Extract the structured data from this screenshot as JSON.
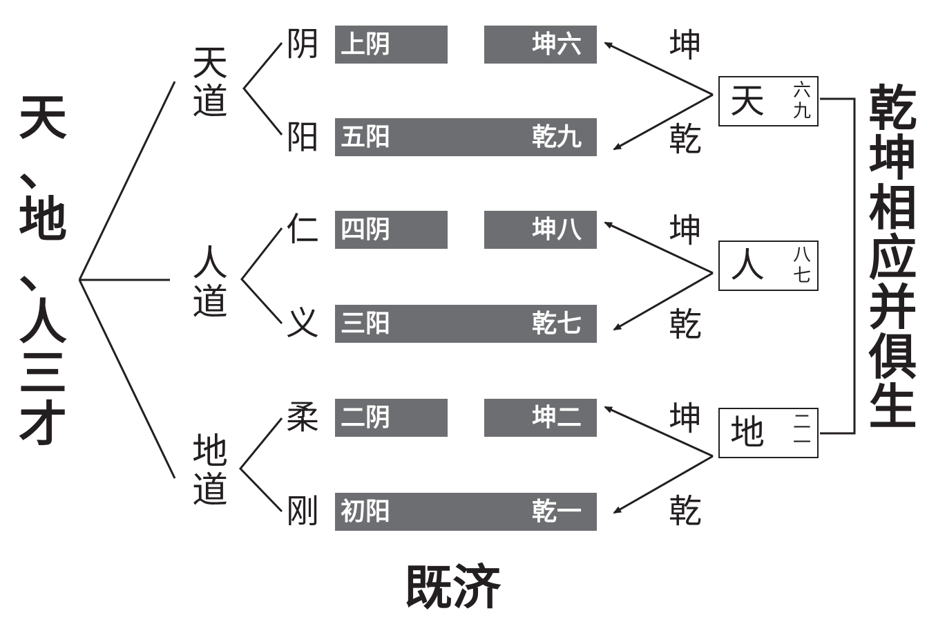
{
  "title_left": [
    "天",
    "、",
    "地",
    "、",
    "人",
    "三",
    "才"
  ],
  "title_right": [
    "乾",
    "坤",
    "相",
    "应",
    "并",
    "俱",
    "生"
  ],
  "bottom_title": "既济",
  "colors": {
    "bar": "#6d6e71",
    "ink": "#231f20"
  },
  "dao": [
    {
      "chars": [
        "天",
        "道"
      ],
      "branch_upper": "阴",
      "branch_lower": "阳"
    },
    {
      "chars": [
        "人",
        "道"
      ],
      "branch_upper": "仁",
      "branch_lower": "义"
    },
    {
      "chars": [
        "地",
        "道"
      ],
      "branch_upper": "柔",
      "branch_lower": "刚"
    }
  ],
  "bars": [
    {
      "left": "上阴",
      "right": "坤六"
    },
    {
      "left": "五阳",
      "right": "乾九"
    },
    {
      "left": "四阴",
      "right": "坤八"
    },
    {
      "left": "三阳",
      "right": "乾七"
    },
    {
      "left": "二阴",
      "right": "坤二"
    },
    {
      "left": "初阳",
      "right": "乾一"
    }
  ],
  "arrow_labels": [
    {
      "upper": "坤",
      "lower": "乾"
    },
    {
      "upper": "坤",
      "lower": "乾"
    },
    {
      "upper": "坤",
      "lower": "乾"
    }
  ],
  "boxes": [
    {
      "big": "天",
      "small_top": "六",
      "small_bottom": "九"
    },
    {
      "big": "人",
      "small_top": "八",
      "small_bottom": "七"
    },
    {
      "big": "地",
      "small_top": "二",
      "small_bottom": "一"
    }
  ]
}
